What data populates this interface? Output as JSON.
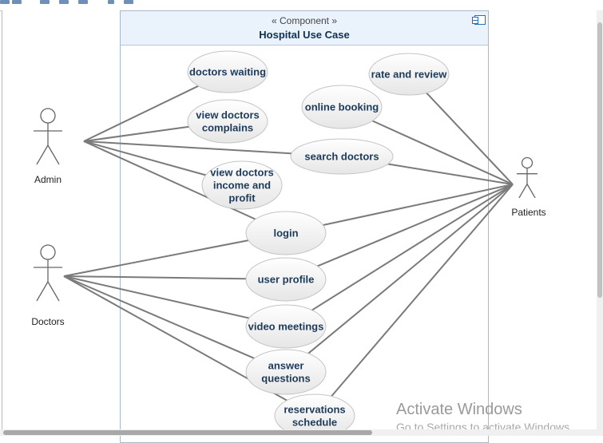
{
  "component": {
    "stereotype": "« Component »",
    "title": "Hospital Use Case",
    "icon": "component-icon"
  },
  "actors": [
    {
      "id": "admin",
      "label": "Admin"
    },
    {
      "id": "doctors",
      "label": "Doctors"
    },
    {
      "id": "patients",
      "label": "Patients"
    }
  ],
  "use_cases": [
    {
      "id": "doctors-waiting",
      "lines": [
        "doctors waiting"
      ]
    },
    {
      "id": "view-doctors-complains",
      "lines": [
        "view doctors",
        "complains"
      ]
    },
    {
      "id": "rate-and-review",
      "lines": [
        "rate and review"
      ]
    },
    {
      "id": "online-booking",
      "lines": [
        "online booking"
      ]
    },
    {
      "id": "search-doctors",
      "lines": [
        "search doctors"
      ]
    },
    {
      "id": "view-doctors-income",
      "lines": [
        "view doctors",
        "income and",
        "profit"
      ]
    },
    {
      "id": "login",
      "lines": [
        "login"
      ]
    },
    {
      "id": "user-profile",
      "lines": [
        "user profile"
      ]
    },
    {
      "id": "video-meetings",
      "lines": [
        "video meetings"
      ]
    },
    {
      "id": "answer-questions",
      "lines": [
        "answer",
        "questions"
      ]
    },
    {
      "id": "reservations-schedule",
      "lines": [
        "reservations",
        "schedule"
      ]
    }
  ],
  "associations": [
    [
      "admin",
      "doctors-waiting"
    ],
    [
      "admin",
      "view-doctors-complains"
    ],
    [
      "admin",
      "search-doctors"
    ],
    [
      "admin",
      "view-doctors-income"
    ],
    [
      "admin",
      "login"
    ],
    [
      "doctors",
      "login"
    ],
    [
      "doctors",
      "user-profile"
    ],
    [
      "doctors",
      "video-meetings"
    ],
    [
      "doctors",
      "answer-questions"
    ],
    [
      "doctors",
      "reservations-schedule"
    ],
    [
      "patients",
      "rate-and-review"
    ],
    [
      "patients",
      "online-booking"
    ],
    [
      "patients",
      "search-doctors"
    ],
    [
      "patients",
      "login"
    ],
    [
      "patients",
      "user-profile"
    ],
    [
      "patients",
      "video-meetings"
    ],
    [
      "patients",
      "answer-questions"
    ],
    [
      "patients",
      "reservations-schedule"
    ]
  ],
  "watermark": {
    "title": "Activate Windows",
    "subtitle": "Go to Settings to activate Windows."
  }
}
